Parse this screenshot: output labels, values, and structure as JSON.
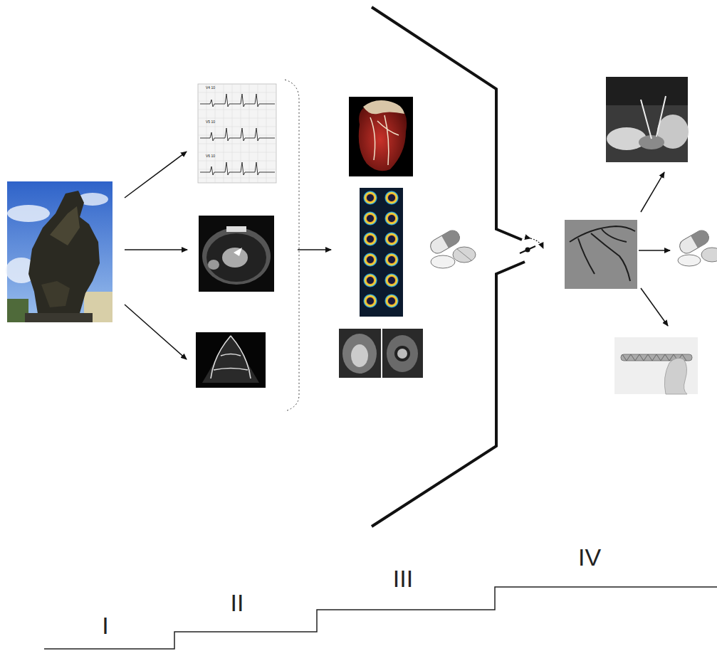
{
  "diagram": {
    "labels": [
      "V4 10",
      "V5 10",
      "V6 10",
      "I",
      "II",
      "III",
      "IV"
    ]
  }
}
